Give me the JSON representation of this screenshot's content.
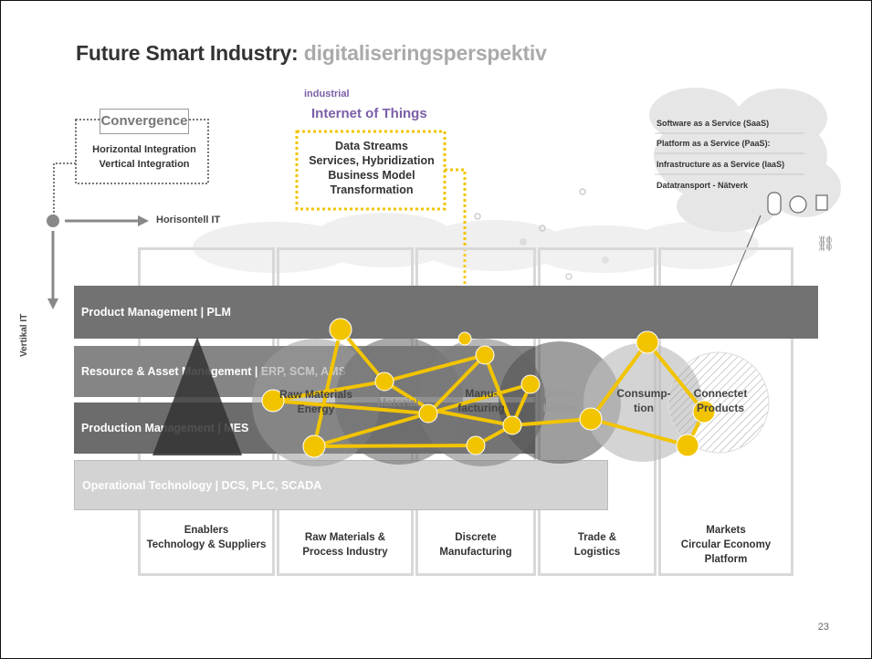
{
  "slide": {
    "title_main": "Future Smart Industry:",
    "title_highlight": "digitaliseringsperspektiv",
    "page_number": "23"
  },
  "iot": {
    "small": "industrial",
    "large": "Internet of Things",
    "lines": [
      "Data Streams",
      "Services, Hybridization",
      "Business Model",
      "Transformation"
    ]
  },
  "convergence": {
    "title": "Convergence",
    "lines": [
      "Horizontal Integration",
      "Vertical Integration"
    ]
  },
  "axes": {
    "horizontal": "Horisontell IT",
    "vertical": "Vertikal IT"
  },
  "cloud_services": [
    "Software as a Service (SaaS)",
    "Platform as a Service (PaaS):",
    "Infrastructure as a Service (IaaS)",
    "Datatransport - Nätverk"
  ],
  "bands": [
    {
      "label": "Product Management | PLM"
    },
    {
      "label": "Resource & Asset Management | ERP, SCM, AMS"
    },
    {
      "label": "Production Management | MES"
    },
    {
      "label": "Operational Technology | DCS, PLC, SCADA"
    }
  ],
  "columns": [
    {
      "lines": [
        "Enablers",
        "Technology & Suppliers"
      ]
    },
    {
      "lines": [
        "Raw Materials &",
        "Process Industry"
      ]
    },
    {
      "lines": [
        "Discrete",
        "Manufacturing"
      ]
    },
    {
      "lines": [
        "Trade &",
        "Logistics"
      ]
    },
    {
      "lines": [
        "Markets",
        "Circular Economy Platform"
      ]
    }
  ],
  "circles": [
    {
      "lines": [
        "Raw Materials",
        "Energy"
      ]
    },
    {
      "lines": [
        "Material"
      ]
    },
    {
      "lines": [
        "Manu-",
        "facturing"
      ]
    },
    {
      "lines": [
        "Distri-",
        "bution"
      ]
    },
    {
      "lines": [
        "Consump-",
        "tion"
      ]
    },
    {
      "lines": [
        "Connectet",
        "Products"
      ]
    }
  ],
  "colors": {
    "accent_yellow": "#f2c400",
    "iot_purple": "#7b5ea7",
    "band_dark": "#6f6f6f",
    "band_mid": "#8a8a8a",
    "band_light": "#cfcfcf"
  }
}
